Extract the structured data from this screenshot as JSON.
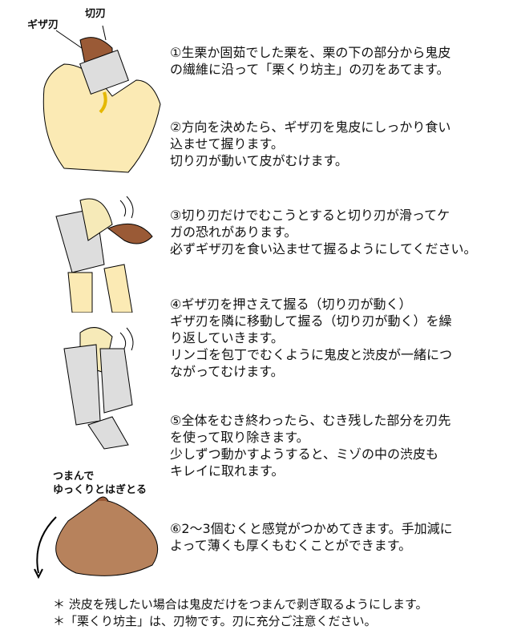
{
  "labels": {
    "serrated_blade": "ギザ刃",
    "cutting_blade": "切刃",
    "pinch_caption_1": "つまんで",
    "pinch_caption_2": "ゆっくりとはぎとる"
  },
  "steps": [
    {
      "lines": [
        "①生栗か固茹でした栗を、栗の下の部分から鬼皮",
        "の繊維に沿って「栗くり坊主」の刃をあてます。"
      ]
    },
    {
      "lines": [
        "②方向を決めたら、ギザ刃を鬼皮にしっかり食い",
        "込ませて握ります。",
        "切り刃が動いて皮がむけます。"
      ]
    },
    {
      "lines": [
        "③切り刃だけでむこうとすると切り刃が滑ってケ",
        "ガの恐れがあります。",
        "必ずギザ刃を食い込ませて握るようにしてください。"
      ]
    },
    {
      "lines": [
        "④ギザ刃を押さえて握る（切り刃が動く）",
        "ギザ刃を隣に移動して握る（切り刃が動く）を繰",
        "り返していきます。",
        "リンゴを包丁でむくように鬼皮と渋皮が一緒につ",
        "ながってむけます。"
      ]
    },
    {
      "lines": [
        "⑤全体をむき終わったら、むき残した部分を刃先",
        "を使って取り除きます。",
        "少しずつ動かすようすると、ミゾの中の渋皮も",
        "キレイに取れます。"
      ]
    },
    {
      "lines": [
        "⑥2～3個むくと感覚がつかめてきます。手加減に",
        "よって薄くも厚くもむくことができます。"
      ]
    }
  ],
  "notes": [
    "＊ 渋皮を残したい場合は鬼皮だけをつまんで剥ぎ取るようにします。",
    "＊「栗くり坊主」は、刃物です。刃に充分ご注意ください。"
  ],
  "colors": {
    "skin": "#fbeab4",
    "chestnut": "#9a5a36",
    "metal": "#d9d9d9"
  }
}
